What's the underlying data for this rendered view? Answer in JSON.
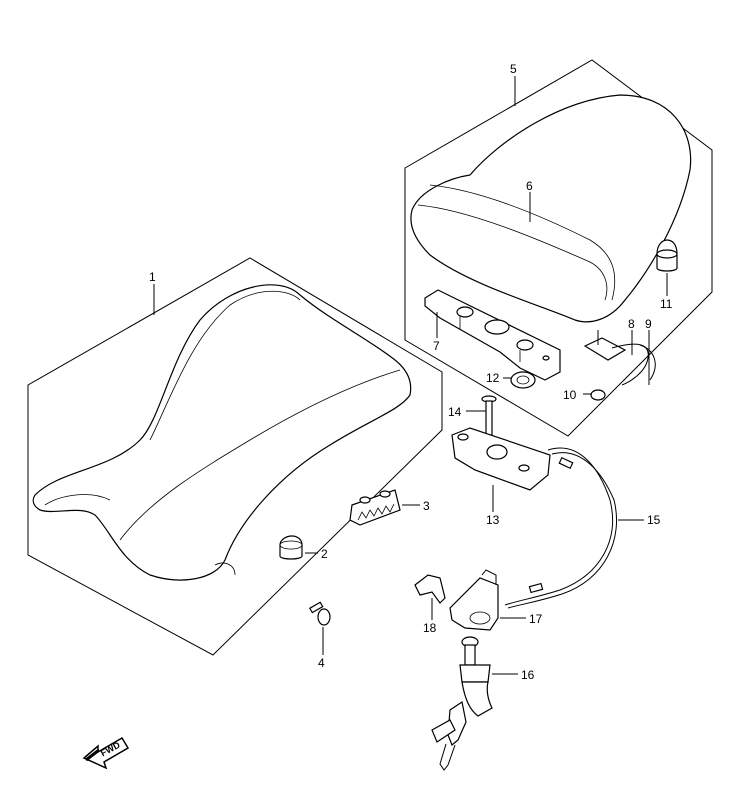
{
  "diagram": {
    "callouts": [
      {
        "id": "c1",
        "text": "1"
      },
      {
        "id": "c2",
        "text": "2"
      },
      {
        "id": "c3",
        "text": "3"
      },
      {
        "id": "c4",
        "text": "4"
      },
      {
        "id": "c5",
        "text": "5"
      },
      {
        "id": "c6",
        "text": "6"
      },
      {
        "id": "c7",
        "text": "7"
      },
      {
        "id": "c8",
        "text": "8"
      },
      {
        "id": "c9",
        "text": "9"
      },
      {
        "id": "c10",
        "text": "10"
      },
      {
        "id": "c11",
        "text": "11"
      },
      {
        "id": "c12",
        "text": "12"
      },
      {
        "id": "c13",
        "text": "13"
      },
      {
        "id": "c14",
        "text": "14"
      },
      {
        "id": "c15",
        "text": "15"
      },
      {
        "id": "c16",
        "text": "16"
      },
      {
        "id": "c17",
        "text": "17"
      },
      {
        "id": "c18",
        "text": "18"
      }
    ],
    "fwd_label": "FWD"
  }
}
